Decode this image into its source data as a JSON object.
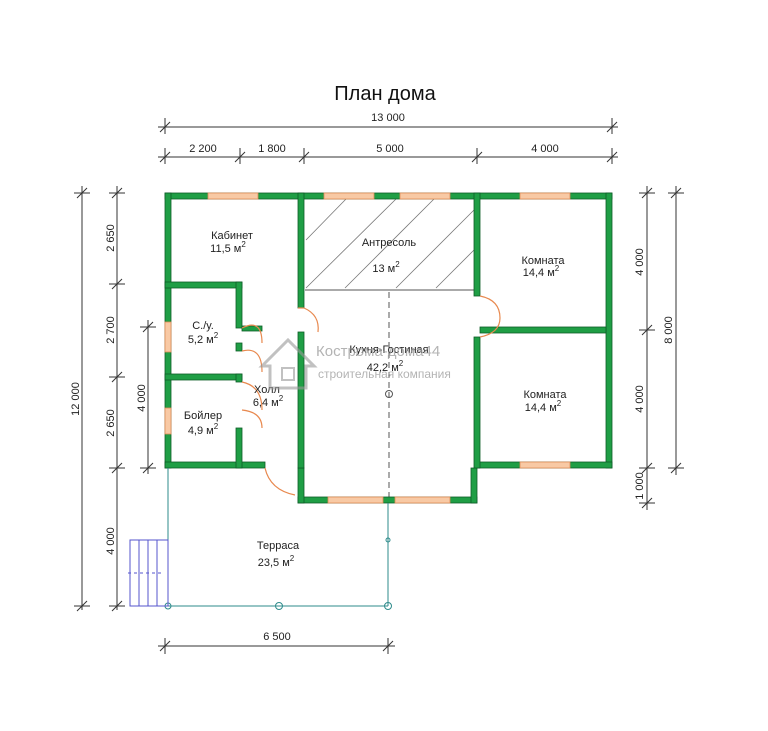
{
  "title": "План дома",
  "overall_width": "13 000",
  "top_dims": [
    "2 200",
    "1 800",
    "5 000",
    "4 000"
  ],
  "left_dims": [
    "2 650",
    "2 700",
    "2 650"
  ],
  "left_overall": "12 000",
  "left_inner": "4 000",
  "left_terrace": "4 000",
  "right_dims": [
    "4 000",
    "4 000",
    "1 000"
  ],
  "right_overall": "8 000",
  "bottom_dim": "6 500",
  "rooms": {
    "kabinet": {
      "name": "Кабинет",
      "area": "11,5 м",
      "sup": "2"
    },
    "antresol": {
      "name": "Антресоль",
      "area": "13 м",
      "sup": "2"
    },
    "komnata1": {
      "name": "Комната",
      "area": "14,4 м",
      "sup": "2"
    },
    "su": {
      "name": "С./у.",
      "area": "5,2 м",
      "sup": "2"
    },
    "kitchen": {
      "name": "Кухня-Гостиная",
      "area": "42,2 м",
      "sup": "2"
    },
    "hall": {
      "name": "Холл",
      "area": "6,4 м",
      "sup": "2"
    },
    "boiler": {
      "name": "Бойлер",
      "area": "4,9 м",
      "sup": "2"
    },
    "komnata2": {
      "name": "Комната",
      "area": "14,4 м",
      "sup": "2"
    },
    "terrace": {
      "name": "Терраса",
      "area": "23,5 м",
      "sup": "2"
    }
  },
  "watermark": {
    "line1": "Кострома-дома44",
    "line2": "строительная компания"
  },
  "colors": {
    "wall": "#1f9e45",
    "wall_edge": "#0d5c27",
    "window": "#f4b183",
    "door": "#f0a070",
    "terrace": "#2e8b8b",
    "stairs": "#5555cc"
  }
}
